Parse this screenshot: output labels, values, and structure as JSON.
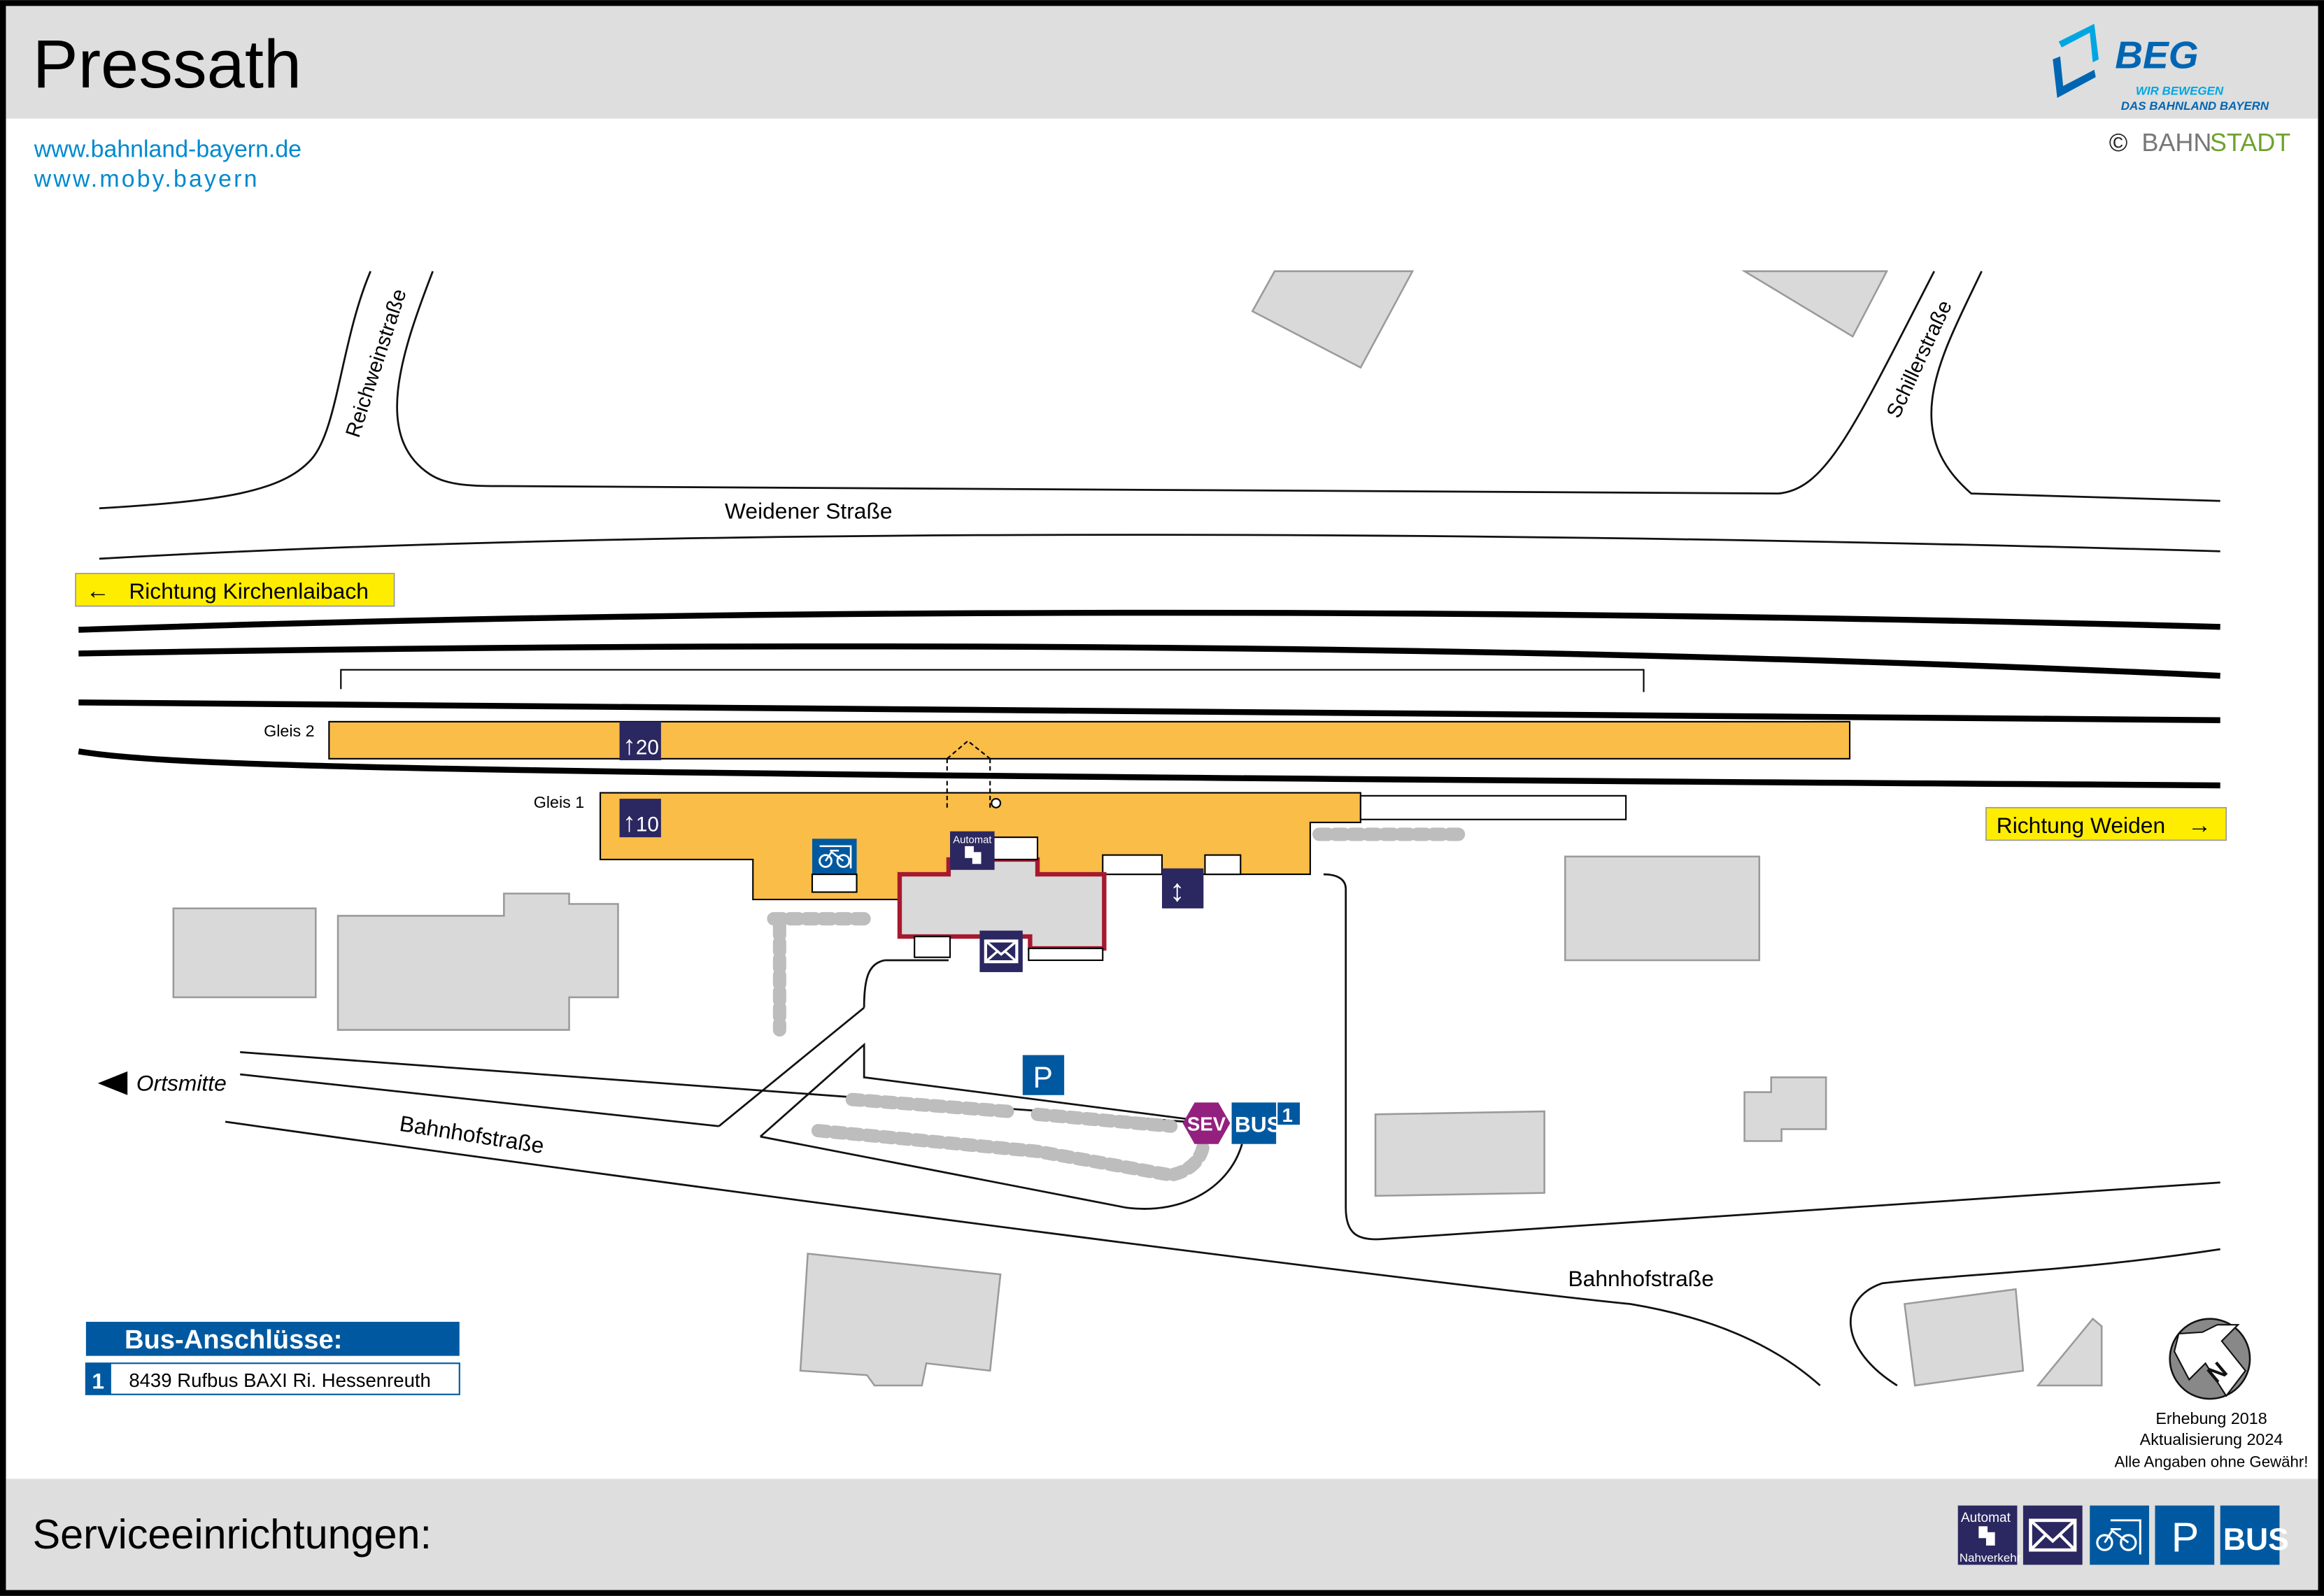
{
  "header": {
    "title": "Pressath",
    "links": [
      "www.bahnland-bayern.de",
      "www.moby.bayern"
    ],
    "logo": {
      "name": "BEG",
      "tagline_1": "WIR BEWEGEN",
      "tagline_2": "DAS BAHNLAND BAYERN"
    },
    "copyright": {
      "symbol": "©",
      "part1": "BAHN",
      "part2": "STADT"
    }
  },
  "map": {
    "streets": {
      "reichwein": "Reichweinstraße",
      "weidener": "Weidener Straße",
      "schiller": "Schillerstraße",
      "bahnhof_left": "Bahnhofstraße",
      "bahnhof_right": "Bahnhofstraße"
    },
    "direction_left": {
      "arrow": "←",
      "label": "Richtung Kirchenlaibach"
    },
    "direction_right": {
      "label": "Richtung Weiden",
      "arrow": "→"
    },
    "ortsmitte": "Ortsmitte",
    "platforms": [
      {
        "label": "Gleis 2",
        "sector_arrow": "↑",
        "sector": "20"
      },
      {
        "label": "Gleis 1",
        "sector_arrow": "↑",
        "sector": "10"
      }
    ],
    "markers": {
      "automat": "Automat",
      "parking": "P",
      "sev": "SEV",
      "bus": "BUS",
      "bus_stop_number": "1",
      "elevator": "↕"
    }
  },
  "bus_connections": {
    "title": "Bus-Anschlüsse:",
    "rows": [
      {
        "number": "1",
        "text": "8439 Rufbus BAXI Ri. Hessenreuth"
      }
    ]
  },
  "info": {
    "survey": "Erhebung 2018",
    "update": "Aktualisierung 2024",
    "disclaimer": "Alle Angaben ohne Gewähr!",
    "compass": "N"
  },
  "footer": {
    "label": "Serviceeinrichtungen:",
    "icons": {
      "automat_top": "Automat",
      "automat_bottom": "Nahverkehr",
      "parking": "P",
      "bus": "BUS"
    }
  },
  "colors": {
    "platform": "#f9bd48",
    "station_outline": "#a6192e",
    "navy": "#2b2760",
    "blue": "#0059a0",
    "yellow": "#ffed00",
    "link": "#0089cf",
    "sev": "#93207f",
    "bahnstadt_green": "#6fa22e"
  }
}
